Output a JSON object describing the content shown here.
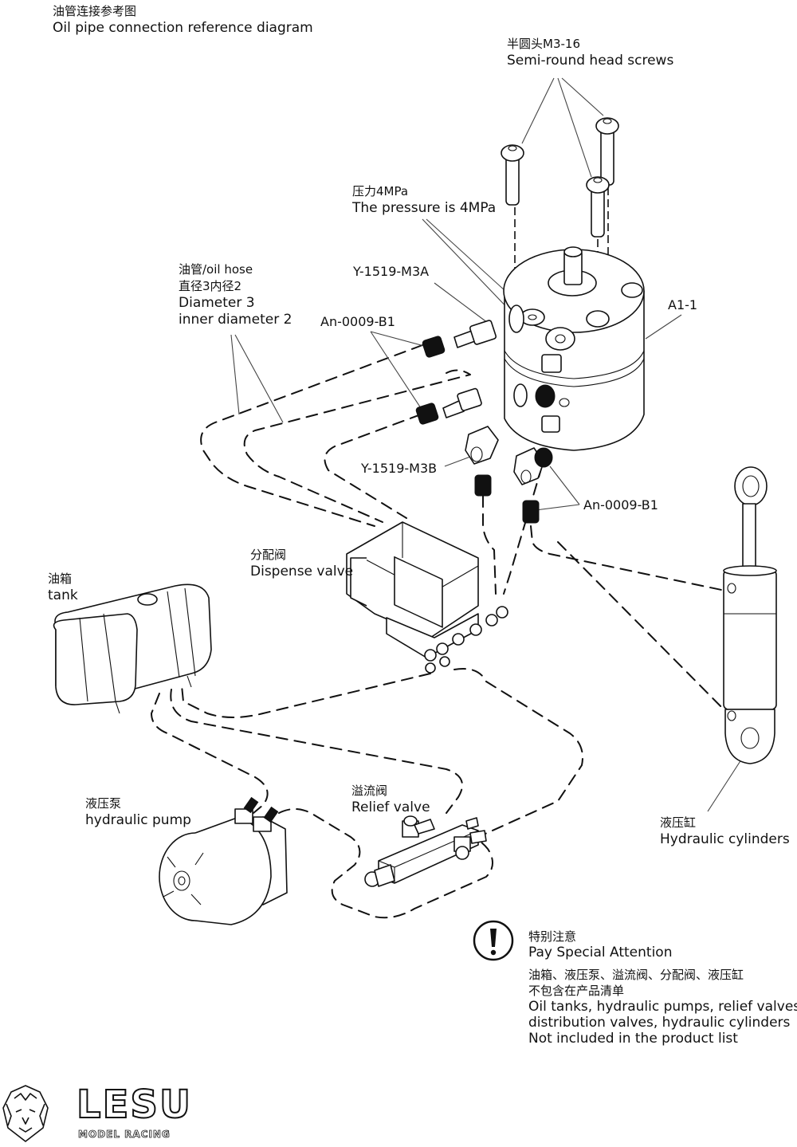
{
  "title": {
    "cn": "油管连接参考图",
    "en": "Oil pipe connection reference diagram"
  },
  "labels": {
    "screws": {
      "cn": "半圆头M3-16",
      "en": "Semi-round head screws"
    },
    "pressure": {
      "cn": "压力4MPa",
      "en": "The pressure is 4MPa"
    },
    "oil_hose": {
      "line1": "油管/oil hose",
      "line2": "直径3内径2",
      "line3": "Diameter 3",
      "line4": "inner diameter 2"
    },
    "fitting_a": "Y-1519-M3A",
    "nut_top": "An-0009-B1",
    "block": "A1-1",
    "fitting_b": "Y-1519-M3B",
    "nut_bottom": "An-0009-B1",
    "dispense_valve": {
      "cn": "分配阀",
      "en": "Dispense valve"
    },
    "tank": {
      "cn": "油箱",
      "en": "tank"
    },
    "pump": {
      "cn": "液压泵",
      "en": "hydraulic pump"
    },
    "relief_valve": {
      "cn": "溢流阀",
      "en": "Relief valve"
    },
    "cylinders": {
      "cn": "液压缸",
      "en": "Hydraulic cylinders"
    }
  },
  "notice": {
    "icon": "exclamation-circle-icon",
    "heading_cn": "特别注意",
    "heading_en": "Pay Special Attention",
    "body_cn_1": "油箱、液压泵、溢流阀、分配阀、液压缸",
    "body_cn_2": "不包含在产品清单",
    "body_en_1": "Oil tanks, hydraulic pumps, relief valves,",
    "body_en_2": "distribution valves, hydraulic cylinders",
    "body_en_3": "Not included in the product list"
  },
  "brand": {
    "icon": "lion-head-logo-icon",
    "name": "LESU",
    "tagline": "MODEL RACING"
  }
}
